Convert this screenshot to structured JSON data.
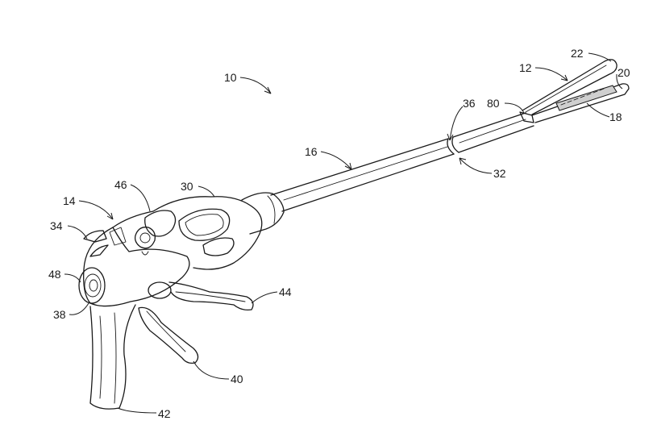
{
  "figure": {
    "reference_numerals": [
      {
        "id": "n10",
        "text": "10",
        "part": "instrument"
      },
      {
        "id": "n12",
        "text": "12",
        "part": "end-effector"
      },
      {
        "id": "n14",
        "text": "14",
        "part": "handle"
      },
      {
        "id": "n16",
        "text": "16",
        "part": "shaft"
      },
      {
        "id": "n18",
        "text": "18",
        "part": "staple-cartridge"
      },
      {
        "id": "n20",
        "text": "20",
        "part": "lower-jaw"
      },
      {
        "id": "n22",
        "text": "22",
        "part": "anvil"
      },
      {
        "id": "n30",
        "text": "30",
        "part": "handle-top"
      },
      {
        "id": "n32",
        "text": "32",
        "part": "articulation-joint-lower"
      },
      {
        "id": "n34",
        "text": "34",
        "part": "rear-knob-fin"
      },
      {
        "id": "n36",
        "text": "36",
        "part": "articulation-joint-upper"
      },
      {
        "id": "n38",
        "text": "38",
        "part": "rear-housing"
      },
      {
        "id": "n40",
        "text": "40",
        "part": "firing-trigger"
      },
      {
        "id": "n42",
        "text": "42",
        "part": "pistol-grip"
      },
      {
        "id": "n44",
        "text": "44",
        "part": "closure-trigger"
      },
      {
        "id": "n46",
        "text": "46",
        "part": "articulation-control"
      },
      {
        "id": "n48",
        "text": "48",
        "part": "rotation-knob"
      },
      {
        "id": "n80",
        "text": "80",
        "part": "jaw-pivot"
      }
    ],
    "stroke_color": "#1a1a1a",
    "background": "#ffffff"
  }
}
